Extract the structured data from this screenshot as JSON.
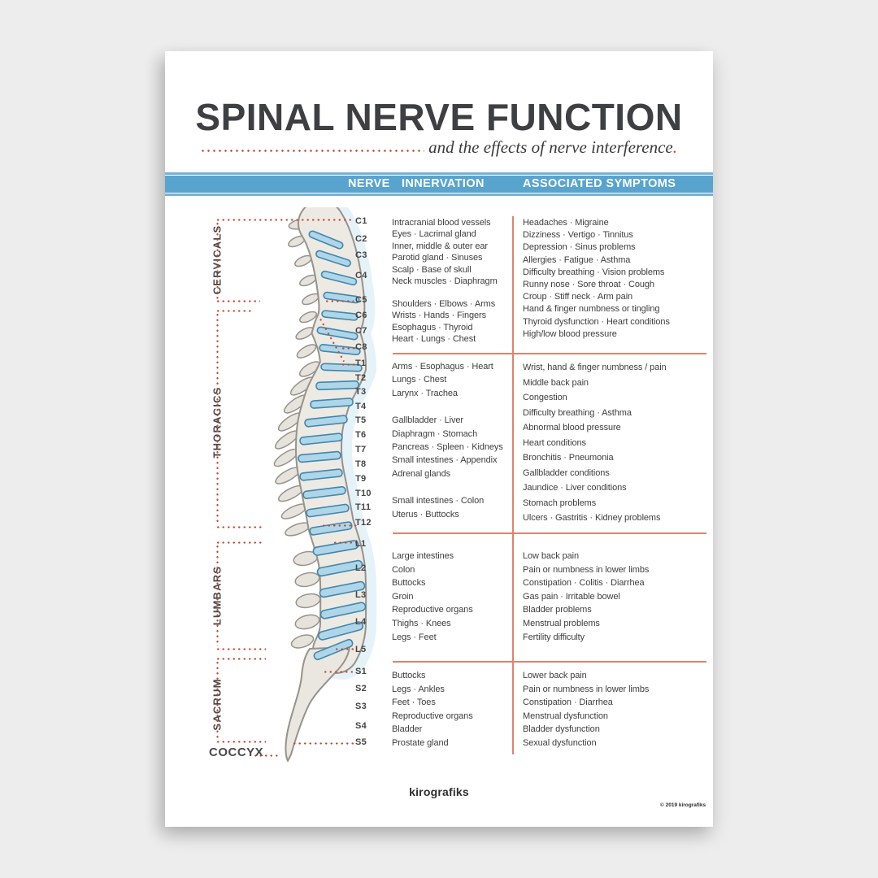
{
  "poster": {
    "title": "SPINAL NERVE FUNCTION",
    "subtitle": "and the effects of nerve interference",
    "subtitle_period": ".",
    "brand": "kirografiks",
    "copyright": "© 2019 kirografiks"
  },
  "table_header": {
    "nerve": "NERVE",
    "innervation": "INNERVATION",
    "symptoms": "ASSOCIATED SYMPTOMS"
  },
  "regions": {
    "cervicals": "CERVICALS",
    "thoracics": "THORACICS",
    "lumbars": "LUMBARS",
    "sacrum": "SACRUM",
    "coccyx": "COCCYX"
  },
  "nerves": [
    "C1",
    "C2",
    "C3",
    "C4",
    "C5",
    "C6",
    "C7",
    "C8",
    "T1",
    "T2",
    "T3",
    "T4",
    "T5",
    "T6",
    "T7",
    "T8",
    "T9",
    "T10",
    "T11",
    "T12",
    "L1",
    "L2",
    "L3",
    "L4",
    "L5",
    "S1",
    "S2",
    "S3",
    "S4",
    "S5"
  ],
  "sections": {
    "cervical": {
      "innervation": [
        "Intracranial blood vessels",
        "Eyes · Lacrimal gland",
        "Inner, middle & outer ear",
        "Parotid gland · Sinuses",
        "Scalp · Base of skull",
        "Neck muscles · Diaphragm",
        "Shoulders · Elbows · Arms",
        "Wrists · Hands · Fingers",
        "Esophagus · Thyroid",
        "Heart · Lungs · Chest"
      ],
      "symptoms": [
        "Headaches · Migraine",
        "Dizziness · Vertigo · Tinnitus",
        "Depression · Sinus problems",
        "Allergies · Fatigue · Asthma",
        "Difficulty breathing · Vision problems",
        "Runny nose · Sore throat · Cough",
        "Croup · Stiff neck · Arm pain",
        "Hand & finger numbness or tingling",
        "Thyroid dysfunction · Heart conditions",
        "High/low blood pressure"
      ]
    },
    "thoracic": {
      "innervation": [
        "Arms · Esophagus · Heart",
        "Lungs · Chest",
        "Larynx · Trachea",
        "Gallbladder · Liver",
        "Diaphragm · Stomach",
        "Pancreas · Spleen · Kidneys",
        "Small intestines · Appendix",
        "Adrenal glands",
        "Small intestines · Colon",
        "Uterus · Buttocks"
      ],
      "symptoms": [
        "Wrist, hand & finger numbness / pain",
        "Middle back pain",
        "Congestion",
        "Difficulty breathing · Asthma",
        "Abnormal blood pressure",
        "Heart conditions",
        "Bronchitis · Pneumonia",
        "Gallbladder conditions",
        "Jaundice · Liver conditions",
        "Stomach problems",
        "Ulcers · Gastritis · Kidney problems"
      ]
    },
    "lumbar": {
      "innervation": [
        "Large intestines",
        "Colon",
        "Buttocks",
        "Groin",
        "Reproductive organs",
        "Thighs · Knees",
        "Legs · Feet"
      ],
      "symptoms": [
        "Low back pain",
        "Pain or numbness in lower limbs",
        "Constipation · Colitis · Diarrhea",
        "Gas pain · Irritable bowel",
        "Bladder problems",
        "Menstrual problems",
        "Fertility difficulty"
      ]
    },
    "sacral": {
      "innervation": [
        "Buttocks",
        "Legs · Ankles",
        "Feet · Toes",
        "Reproductive organs",
        "Bladder",
        "Prostate gland"
      ],
      "symptoms": [
        "Lower back pain",
        "Pain or numbness in lower limbs",
        "Constipation · Diarrhea",
        "Menstrual dysfunction",
        "Bladder dysfunction",
        "Sexual dysfunction"
      ]
    }
  },
  "colors": {
    "accent_red": "#c74a35",
    "divider_salmon": "#e0836b",
    "header_blue": "#58a4cf",
    "title_gray": "#3d3f42",
    "disc_blue": "#aed6e8",
    "bone": "#eceae3",
    "page_bg": "#ededed"
  }
}
